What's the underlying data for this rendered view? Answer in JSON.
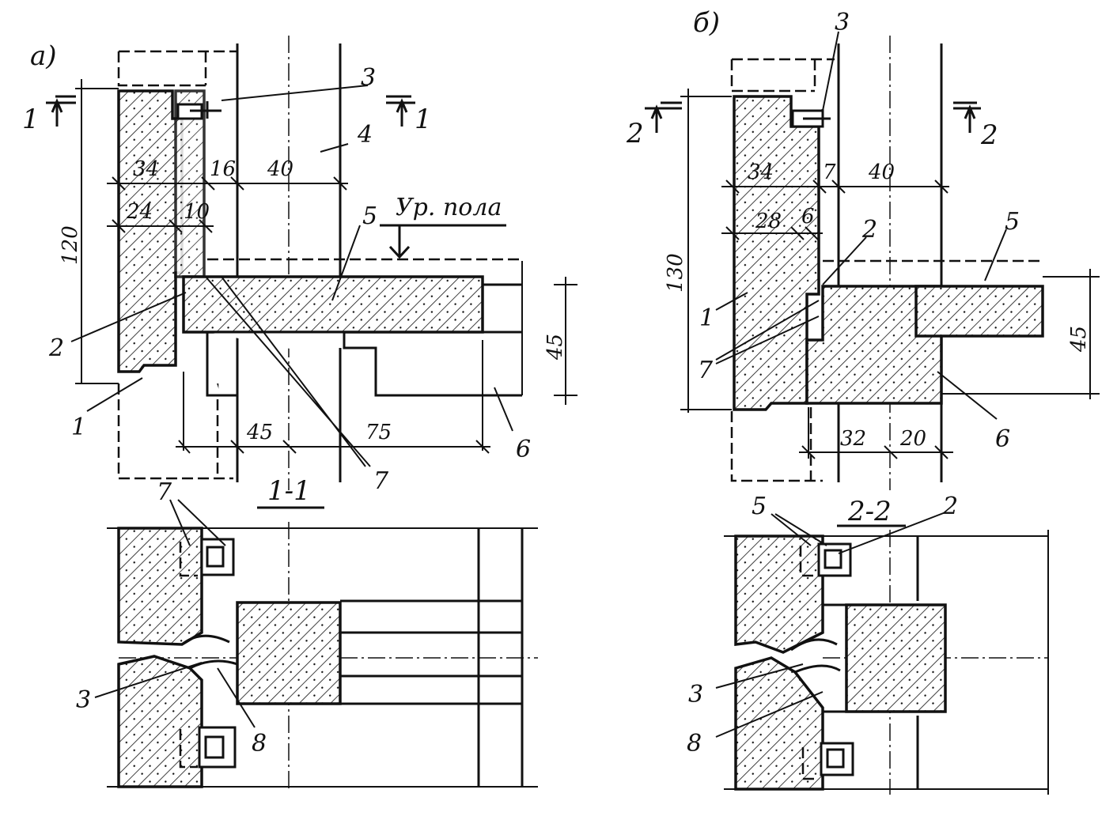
{
  "variant_a": {
    "title": "а)",
    "section_marker": "1",
    "section_title": "1-1",
    "dimensions": {
      "height": "120",
      "d34": "34",
      "d16": "16",
      "d40": "40",
      "d24": "24",
      "d10": "10",
      "d45v": "45",
      "d45h": "45",
      "d75": "75"
    },
    "floor_level": "Ур. пола",
    "callouts": {
      "c1": "1",
      "c2": "2",
      "c3": "3",
      "c4": "4",
      "c5": "5",
      "c6": "6",
      "c7": "7"
    },
    "plan_callouts": {
      "c7": "7",
      "c3": "3",
      "c8": "8"
    }
  },
  "variant_b": {
    "title": "б)",
    "section_marker": "2",
    "section_title": "2-2",
    "dimensions": {
      "height": "130",
      "d34": "34",
      "d7": "7",
      "d40": "40",
      "d28": "28",
      "d6": "6",
      "d45v": "45",
      "d32": "32",
      "d20": "20"
    },
    "callouts": {
      "c1": "1",
      "c2": "2",
      "c3": "3",
      "c5": "5",
      "c6": "6",
      "c7": "7"
    },
    "plan_callouts": {
      "c5": "5",
      "c2": "2",
      "c3": "3",
      "c8": "8"
    }
  }
}
